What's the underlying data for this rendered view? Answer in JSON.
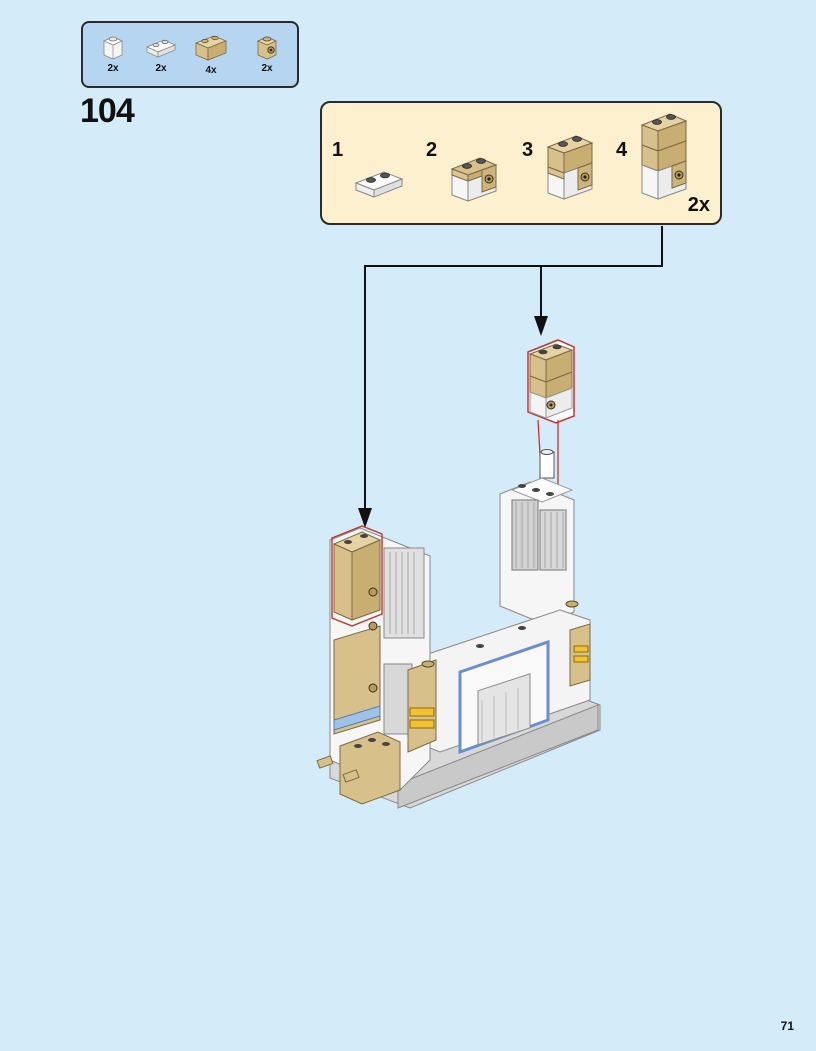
{
  "parts_list": [
    {
      "icon": "white-1x1-brick-icon",
      "qty": "2x"
    },
    {
      "icon": "white-1x2-plate-icon",
      "qty": "2x"
    },
    {
      "icon": "tan-1x2-brick-icon",
      "qty": "4x"
    },
    {
      "icon": "tan-1x1-headlight-brick-icon",
      "qty": "2x"
    }
  ],
  "step": {
    "number": "104"
  },
  "substeps": [
    {
      "label": "1"
    },
    {
      "label": "2"
    },
    {
      "label": "3"
    },
    {
      "label": "4"
    }
  ],
  "substep_multiplier": "2x",
  "page": {
    "number": "71"
  },
  "colors": {
    "background": "#d4ecf9",
    "parts_panel": "#b5d5f0",
    "substep_panel": "#fdf0cf",
    "tan": "#d8c08a",
    "white_brick": "#f4f4f4",
    "callout_red": "#c8322c"
  }
}
